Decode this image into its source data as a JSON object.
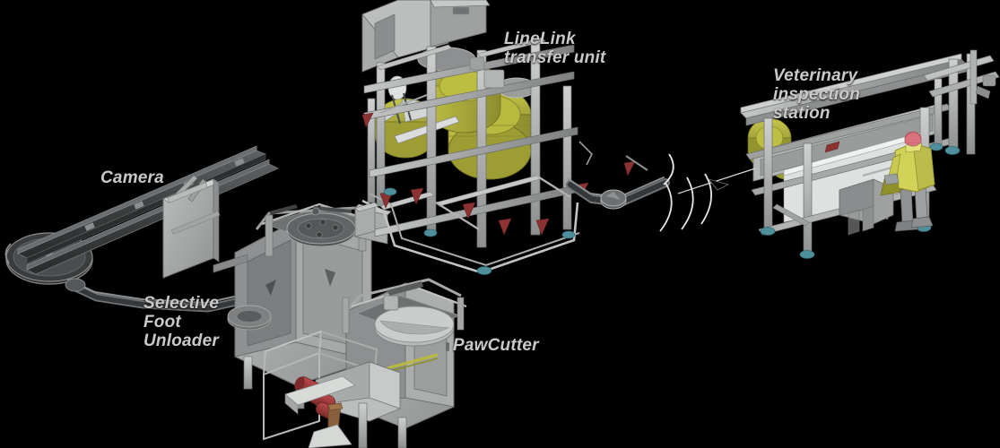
{
  "diagram": {
    "title": "Poultry processing line — isometric equipment overview",
    "background_color": "#000000",
    "label_color": "#c9c9c9",
    "labels": [
      {
        "id": "linelink",
        "text": "LineLink\ntransfer unit"
      },
      {
        "id": "vet",
        "text": "Veterinary\ninspection\nstation"
      },
      {
        "id": "camera",
        "text": "Camera"
      },
      {
        "id": "sfu",
        "text": "Selective\nFoot\nUnloader"
      },
      {
        "id": "pawcutter",
        "text": "PawCutter"
      }
    ],
    "palette": {
      "steel_light": "#c6c8c8",
      "steel_mid": "#9a9c9c",
      "steel_dark": "#6e7071",
      "steel_darker": "#4a4c4d",
      "rail_dark": "#3c3e3f",
      "rail_mid": "#55585a",
      "olive_light": "#c2c246",
      "olive_mid": "#a8a838",
      "olive_dark": "#87872b",
      "red_bracket": "#8a3030",
      "red_motor": "#a33b3b",
      "teal_foot": "#4f8f9b",
      "worker_jacket": "#d2d258",
      "worker_helmet": "#e2808a",
      "worker_pants": "#8f9193",
      "chute_brown": "#8a5f3c",
      "panel_gray": "#b0b2b2",
      "white_line": "#e8e8e8"
    },
    "stations": [
      {
        "name": "camera-station",
        "label": "Camera"
      },
      {
        "name": "selective-foot-unloader",
        "label": "Selective Foot Unloader"
      },
      {
        "name": "pawcutter",
        "label": "PawCutter"
      },
      {
        "name": "linelink-transfer-unit",
        "label": "LineLink transfer unit"
      },
      {
        "name": "veterinary-inspection-station",
        "label": "Veterinary inspection station"
      }
    ]
  }
}
